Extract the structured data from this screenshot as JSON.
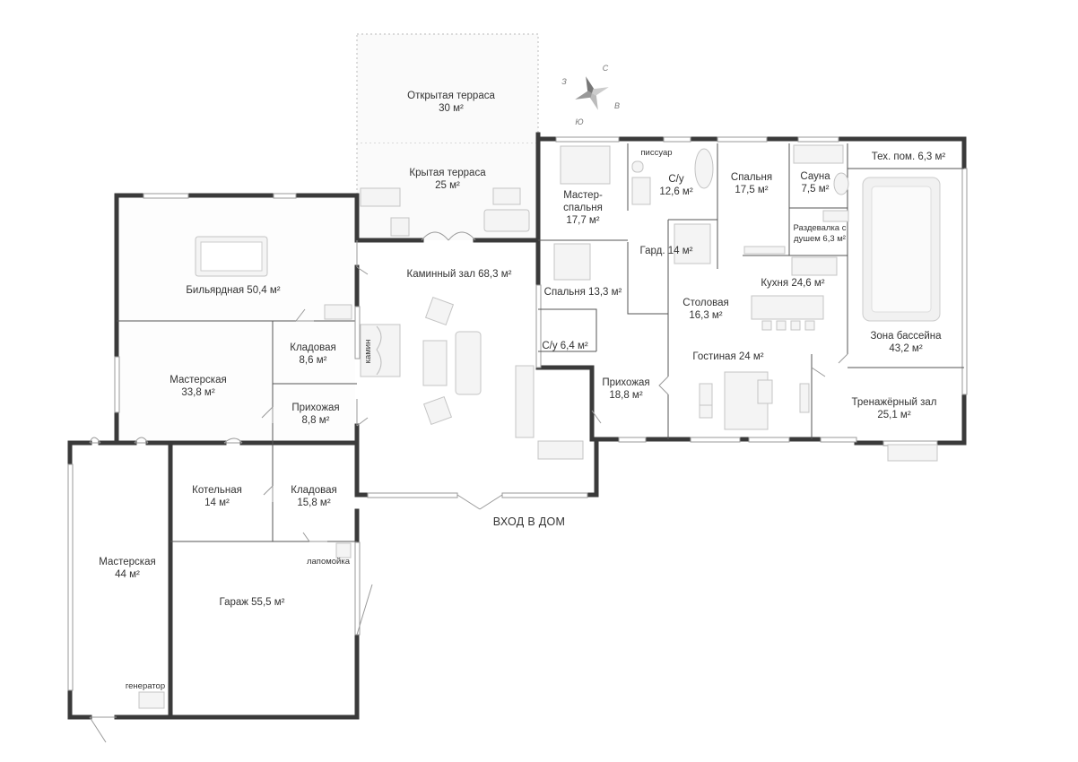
{
  "compass": {
    "n": "С",
    "s": "Ю",
    "e": "В",
    "w": "З"
  },
  "entrance": "ВХОД В ДОМ",
  "fireplace": "камин",
  "rooms": {
    "open_terrace": {
      "name": "Открытая терраса",
      "area": "30 м²"
    },
    "covered_terrace": {
      "name": "Крытая терраса",
      "area": "25 м²"
    },
    "billiard": {
      "name": "Бильярдная 50,4 м²"
    },
    "fireplace_hall": {
      "name": "Каминный зал 68,3 м²"
    },
    "master_bed": {
      "line1": "Мастер-",
      "line2": "спальня",
      "area": "17,7 м²"
    },
    "bath_master": {
      "name": "С/у",
      "area": "12,6 м²"
    },
    "urinal": {
      "name": "писсуар"
    },
    "bedroom_175": {
      "name": "Спальня",
      "area": "17,5 м²"
    },
    "sauna": {
      "name": "Сауна",
      "area": "7,5 м²"
    },
    "tech_room": {
      "name": "Тех. пом. 6,3 м²"
    },
    "changing": {
      "line1": "Раздевалка с",
      "line2": "душем 6,3 м²"
    },
    "wardrobe": {
      "name": "Гард. 14 м²"
    },
    "bedroom_133": {
      "name": "Спальня 13,3 м²"
    },
    "bath_64": {
      "name": "С/у 6,4 м²"
    },
    "dining": {
      "name": "Столовая",
      "area": "16,3 м²"
    },
    "kitchen": {
      "name": "Кухня 24,6 м²"
    },
    "pool": {
      "name": "Зона бассейна",
      "area": "43,2 м²"
    },
    "living": {
      "name": "Гостиная 24 м²"
    },
    "hall_188": {
      "name": "Прихожая",
      "area": "18,8 м²"
    },
    "gym": {
      "name": "Тренажёрный зал",
      "area": "25,1 м²"
    },
    "storage_86": {
      "name": "Кладовая",
      "area": "8,6 м²"
    },
    "hall_88": {
      "name": "Прихожая",
      "area": "8,8 м²"
    },
    "workshop_338": {
      "name": "Мастерская",
      "area": "33,8 м²"
    },
    "boiler": {
      "name": "Котельная",
      "area": "14 м²"
    },
    "storage_158": {
      "name": "Кладовая",
      "area": "15,8 м²"
    },
    "paw_wash": {
      "name": "лапомойка"
    },
    "workshop_44": {
      "name": "Мастерская",
      "area": "44 м²"
    },
    "garage": {
      "name": "Гараж 55,5 м²"
    },
    "generator": {
      "name": "генератор"
    }
  }
}
